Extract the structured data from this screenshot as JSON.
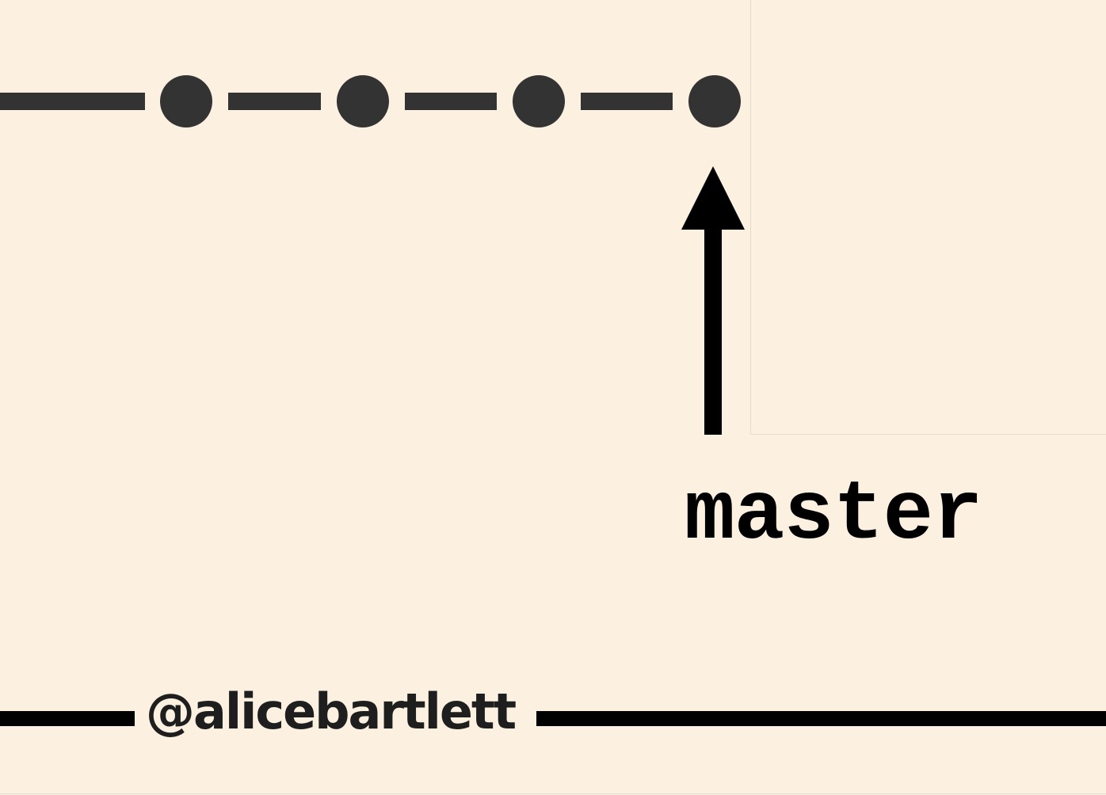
{
  "diagram": {
    "background_color": "#FCF0E1",
    "commit_color": "#333333",
    "arrow_color": "#000000",
    "commit_count": 4,
    "pointer_label": "master",
    "footer_handle": "@alicebartlett"
  }
}
